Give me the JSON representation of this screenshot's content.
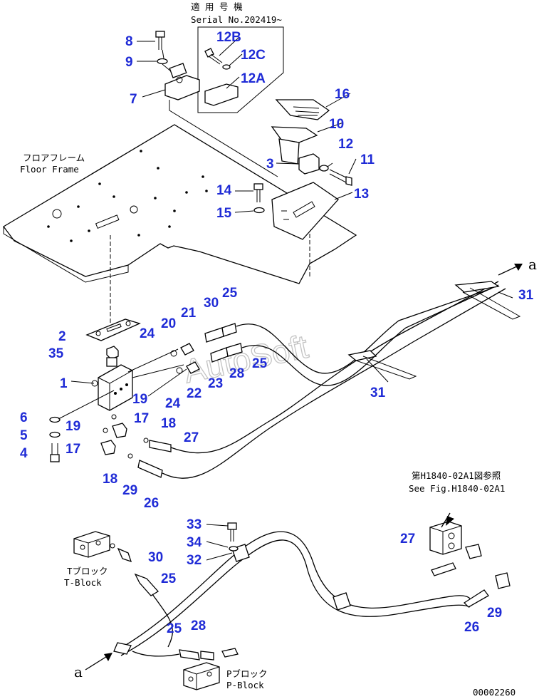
{
  "diagram": {
    "serial_note": {
      "line1": "適 用 号 機",
      "line2": "Serial No.202419~"
    },
    "floor_frame": {
      "jp": "フロアフレーム",
      "en": "Floor Frame"
    },
    "t_block": {
      "jp": "Tブロック",
      "en": "T-Block"
    },
    "p_block": {
      "jp": "Pブロック",
      "en": "P-Block"
    },
    "see_fig": {
      "jp": "第H1840-02A1図参照",
      "en": "See Fig.H1840-02A1"
    },
    "arrow_marks": {
      "top": "a",
      "bottom": "a"
    },
    "watermark": "AutoSoft",
    "figure_number": "00002260",
    "callouts": {
      "c1": "1",
      "c2": "2",
      "c3": "3",
      "c4": "4",
      "c5": "5",
      "c6": "6",
      "c7": "7",
      "c8": "8",
      "c9": "9",
      "c10": "10",
      "c11": "11",
      "c12": "12",
      "c12a": "12A",
      "c12b": "12B",
      "c12c": "12C",
      "c13": "13",
      "c14": "14",
      "c15": "15",
      "c16": "16",
      "c17a": "17",
      "c17b": "17",
      "c18a": "18",
      "c18b": "18",
      "c19a": "19",
      "c19b": "19",
      "c20": "20",
      "c21": "21",
      "c22": "22",
      "c23": "23",
      "c24a": "24",
      "c24b": "24",
      "c25a": "25",
      "c25b": "25",
      "c25c": "25",
      "c25d": "25",
      "c26a": "26",
      "c26b": "26",
      "c27a": "27",
      "c27b": "27",
      "c28a": "28",
      "c28b": "28",
      "c29a": "29",
      "c29b": "29",
      "c30a": "30",
      "c30b": "30",
      "c31a": "31",
      "c31b": "31",
      "c32": "32",
      "c33": "33",
      "c34": "34",
      "c35": "35"
    }
  }
}
